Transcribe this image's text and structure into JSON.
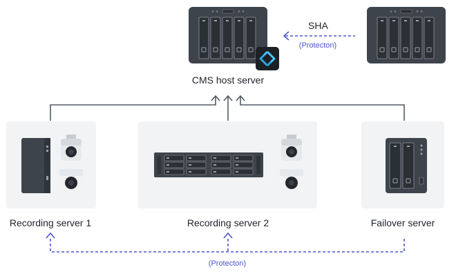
{
  "cms_host": {
    "label": "CMS host server"
  },
  "sha": {
    "label": "SHA",
    "protection_label": "(Protecton)"
  },
  "recording_server_1": {
    "label": "Recording server 1"
  },
  "recording_server_2": {
    "label": "Recording server 2"
  },
  "failover_server": {
    "label": "Failover server"
  },
  "bottom_link": {
    "protection_label": "(Protecton)"
  },
  "colors": {
    "solid_line": "#555b62",
    "dashed_line": "#4a55c8",
    "card_bg": "#f2f3f4",
    "device_dark": "#3e444b"
  },
  "icons": {
    "cms_badge": "cms-logo-icon",
    "camera": "camera-icon"
  }
}
